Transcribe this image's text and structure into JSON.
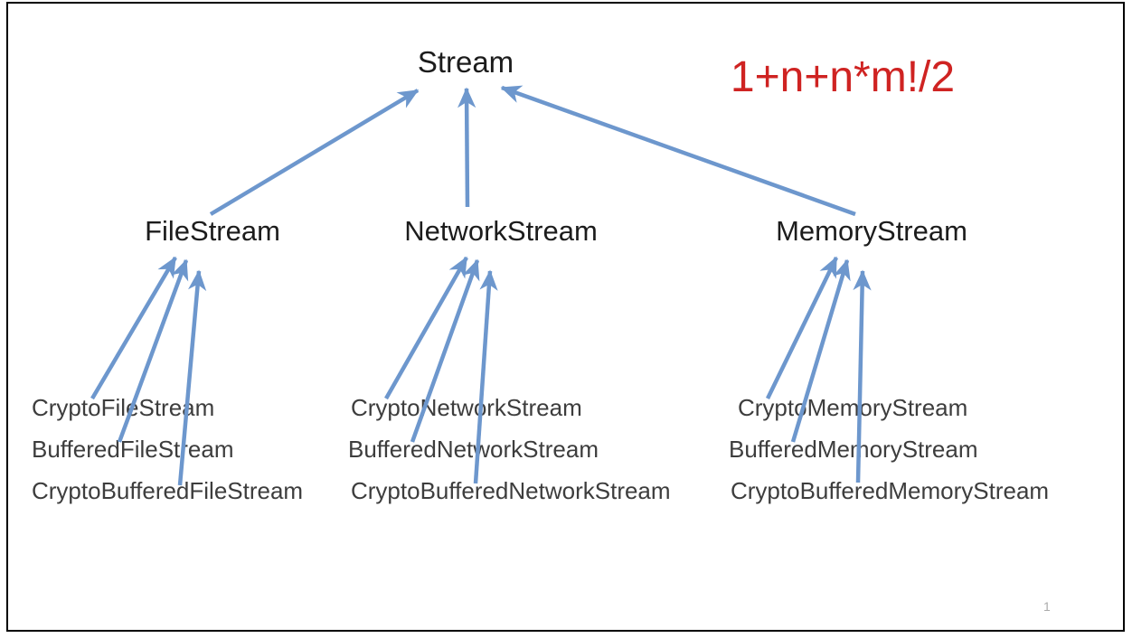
{
  "diagram": {
    "annotation": "1+n+n*m!/2",
    "page_number": "1",
    "colors": {
      "arrow": "#6d97cd",
      "annotation": "#cf2322",
      "node_text": "#1c1c1c",
      "leaf_text": "#3d3d3d"
    },
    "nodes": [
      {
        "id": "Stream",
        "label": "Stream"
      },
      {
        "id": "FileStream",
        "label": "FileStream"
      },
      {
        "id": "NetworkStream",
        "label": "NetworkStream"
      },
      {
        "id": "MemoryStream",
        "label": "MemoryStream"
      },
      {
        "id": "CryptoFileStream",
        "label": "CryptoFileStream"
      },
      {
        "id": "BufferedFileStream",
        "label": "BufferedFileStream"
      },
      {
        "id": "CryptoBufferedFileStream",
        "label": "CryptoBufferedFileStream"
      },
      {
        "id": "CryptoNetworkStream",
        "label": "CryptoNetworkStream"
      },
      {
        "id": "BufferedNetworkStream",
        "label": "BufferedNetworkStream"
      },
      {
        "id": "CryptoBufferedNetworkStream",
        "label": "CryptoBufferedNetworkStream"
      },
      {
        "id": "CryptoMemoryStream",
        "label": "CryptoMemoryStream"
      },
      {
        "id": "BufferedMemoryStream",
        "label": "BufferedMemoryStream"
      },
      {
        "id": "CryptoBufferedMemoryStream",
        "label": "CryptoBufferedMemoryStream"
      }
    ],
    "edges": [
      {
        "from": "FileStream",
        "to": "Stream"
      },
      {
        "from": "NetworkStream",
        "to": "Stream"
      },
      {
        "from": "MemoryStream",
        "to": "Stream"
      },
      {
        "from": "CryptoFileStream",
        "to": "FileStream"
      },
      {
        "from": "BufferedFileStream",
        "to": "FileStream"
      },
      {
        "from": "CryptoBufferedFileStream",
        "to": "FileStream"
      },
      {
        "from": "CryptoNetworkStream",
        "to": "NetworkStream"
      },
      {
        "from": "BufferedNetworkStream",
        "to": "NetworkStream"
      },
      {
        "from": "CryptoBufferedNetworkStream",
        "to": "NetworkStream"
      },
      {
        "from": "CryptoMemoryStream",
        "to": "MemoryStream"
      },
      {
        "from": "BufferedMemoryStream",
        "to": "MemoryStream"
      },
      {
        "from": "CryptoBufferedMemoryStream",
        "to": "MemoryStream"
      }
    ]
  }
}
